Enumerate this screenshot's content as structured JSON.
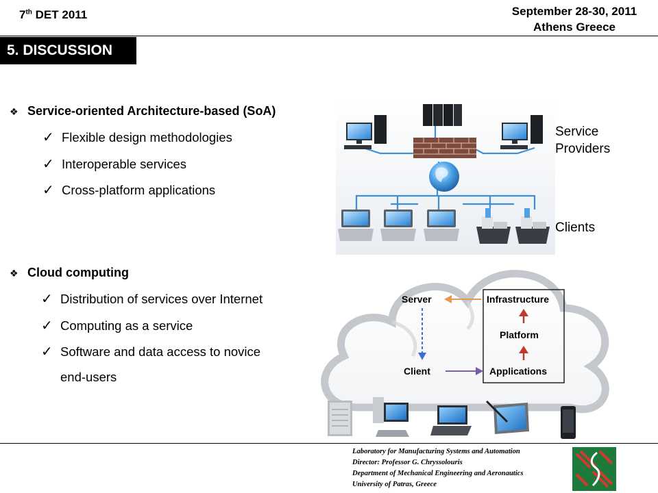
{
  "header": {
    "left_num": "7",
    "left_sup": "th",
    "left_text": " DET 2011",
    "right_line1": "September 28-30, 2011",
    "right_line2": "Athens Greece"
  },
  "section_title": "5. DISCUSSION",
  "bullets": {
    "soa": {
      "title": "Service-oriented Architecture-based (SoA)",
      "items": [
        "Flexible design methodologies",
        "Interoperable services",
        "Cross-platform applications"
      ]
    },
    "cloud": {
      "title": "Cloud computing",
      "items": [
        "Distribution of services over Internet",
        "Computing as a service",
        "Software and data access to novice",
        "end-users"
      ]
    }
  },
  "network": {
    "providers_line1": "Service",
    "providers_line2": "Providers",
    "clients": "Clients"
  },
  "cloud_diagram": {
    "server": "Server",
    "infrastructure": "Infrastructure",
    "platform": "Platform",
    "client": "Client",
    "applications": "Applications"
  },
  "footer": {
    "line1": "Laboratory for Manufacturing  Systems and Automation",
    "line2": "Director: Professor  G. Chryssolouris",
    "line3": "Department of Mechanical Engineering and Aeronautics",
    "line4": "University of Patras, Greece"
  },
  "icons": {
    "bullet": "diamond-bullet-icon",
    "check": "checkmark-icon"
  },
  "colors": {
    "bar": "#000000",
    "link_blue": "#3f8fd6",
    "arrow_orange": "#e8974f",
    "arrow_red": "#c0392b",
    "arrow_purple": "#7a5ea8",
    "dashed_blue": "#3d6fd0"
  }
}
